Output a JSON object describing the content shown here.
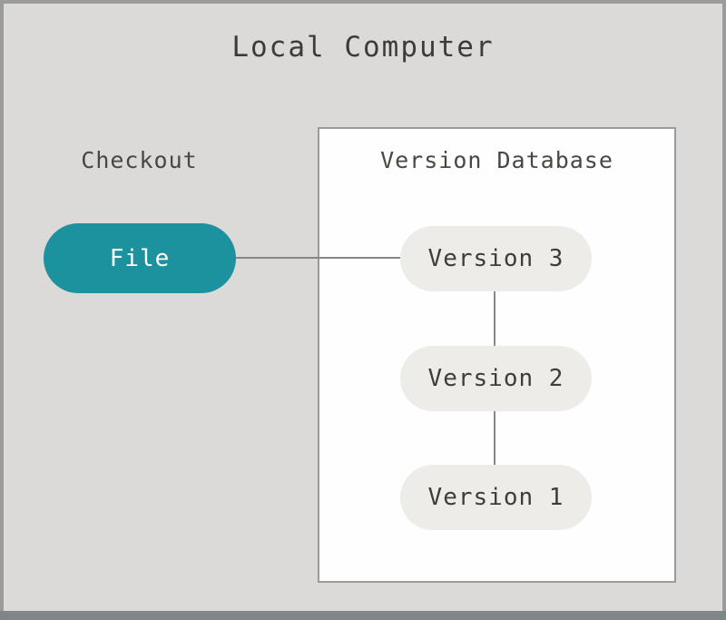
{
  "title": "Local Computer",
  "checkout": {
    "label": "Checkout"
  },
  "file_node": {
    "label": "File"
  },
  "version_database": {
    "title": "Version Database",
    "versions": [
      {
        "label": "Version 3"
      },
      {
        "label": "Version 2"
      },
      {
        "label": "Version 1"
      }
    ]
  },
  "colors": {
    "canvas_background": "#dbdad8",
    "frame_border": "#9b9b9b",
    "frame_bottom_bar": "#7e8687",
    "file_pill": "#1b929d",
    "file_pill_text": "#fdfdfd",
    "version_pill": "#edece8",
    "text": "#3e3b37",
    "connector_line": "#878787",
    "version_box_background": "#fefefe",
    "version_box_border": "#9a9a9a"
  }
}
